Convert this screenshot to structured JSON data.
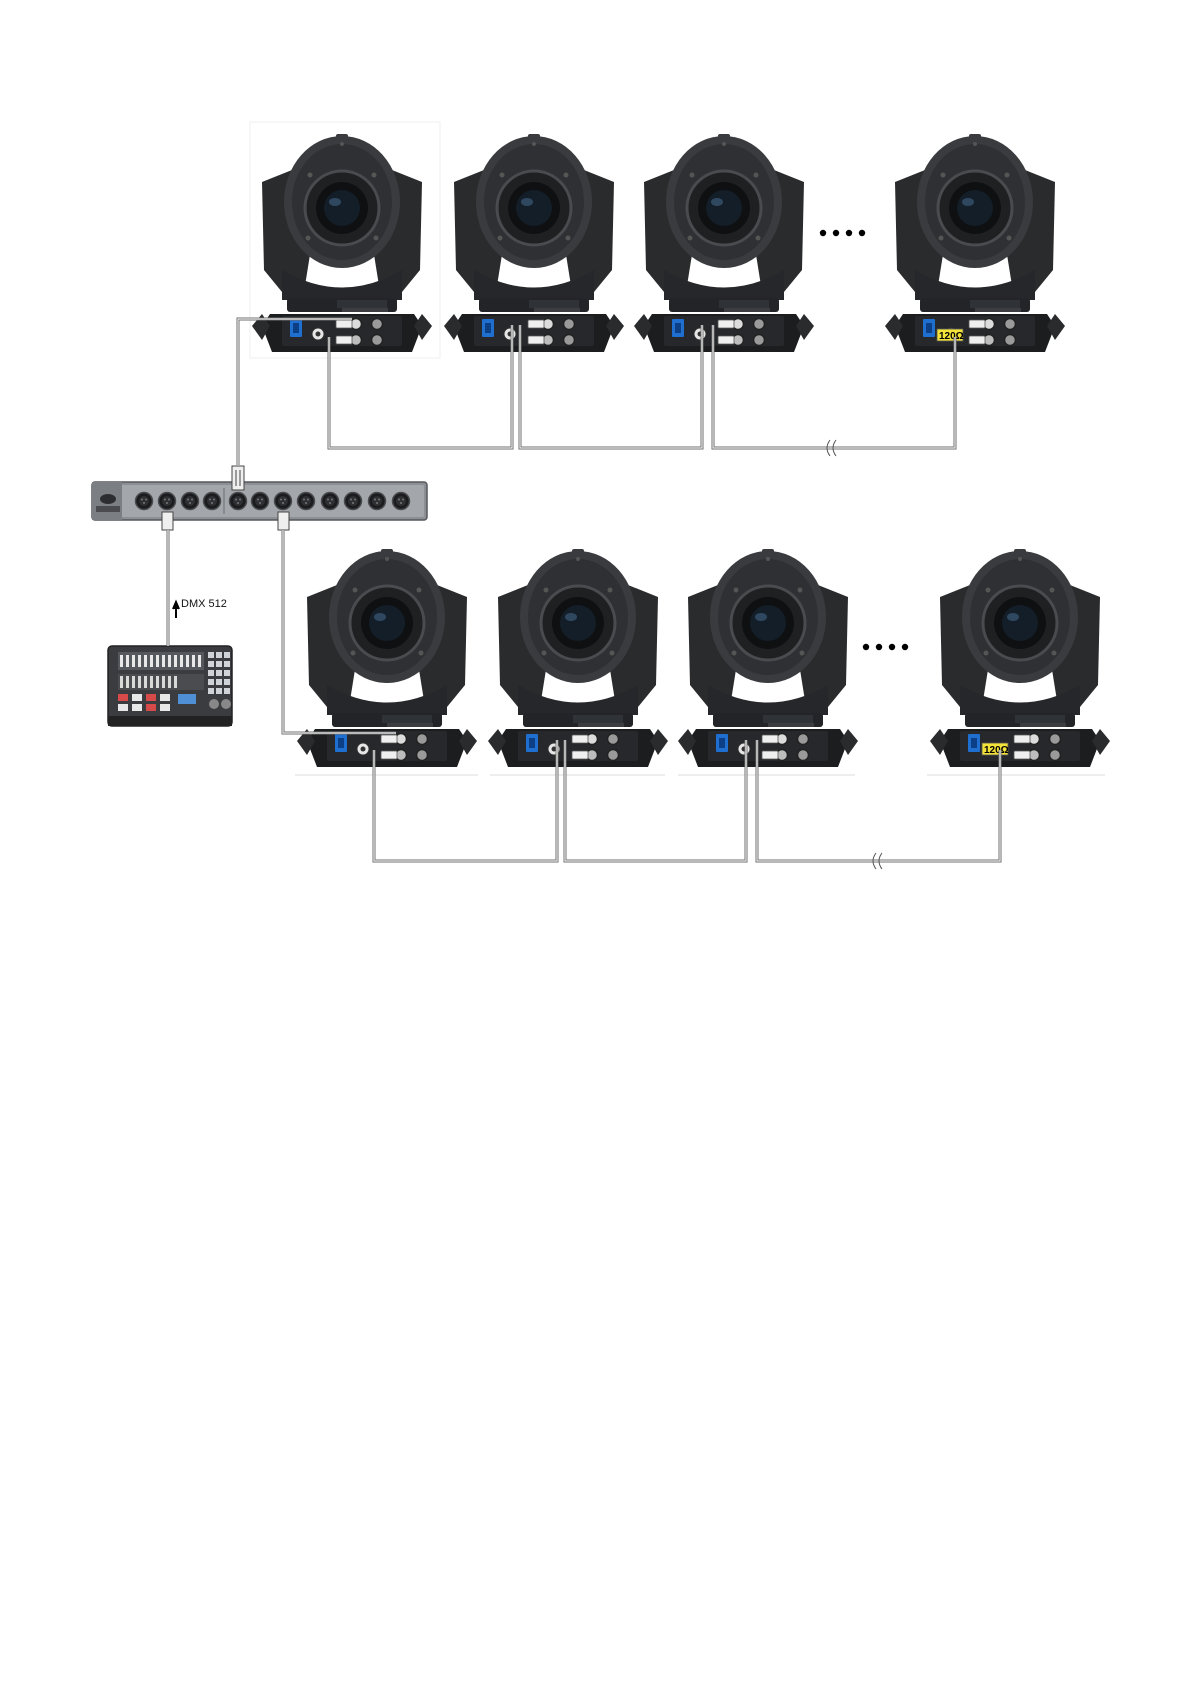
{
  "diagram": {
    "dmx_label": "DMX 512",
    "terminator_label": "120Ω",
    "colors": {
      "fixture_body": "#2e2f31",
      "fixture_dark": "#1c1d1f",
      "cable": "#6e6e6e",
      "power_socket": "#1f6fd1",
      "terminator": "#f2e23a",
      "splitter": "#8c8f93"
    },
    "rows": [
      {
        "name": "top",
        "fixtures": 4,
        "has_ellipsis": true
      },
      {
        "name": "bottom",
        "fixtures": 4,
        "has_ellipsis": true
      }
    ]
  }
}
